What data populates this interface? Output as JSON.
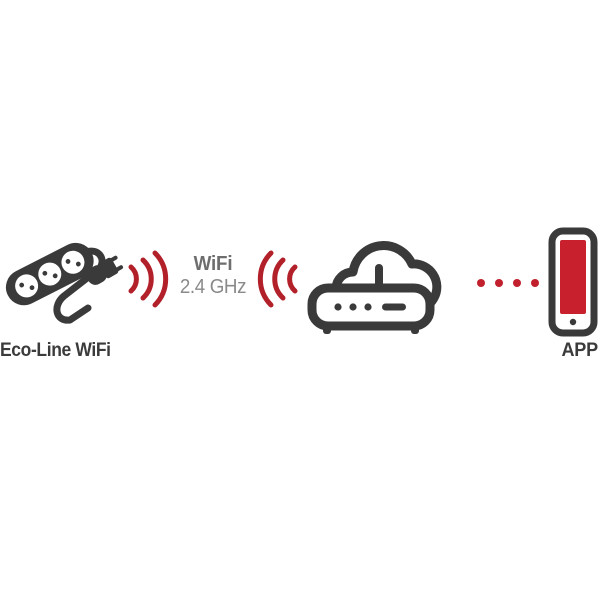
{
  "diagram": {
    "title": "Eco-Line WiFi connectivity diagram",
    "background_color": "#ffffff",
    "colors": {
      "dark_gray": "#3a3a3a",
      "text_gray": "#3b3b3b",
      "wifi_label_gray": "#6e6e6e",
      "wifi_freq_gray": "#8a8a8a",
      "red_wave": "#b2202a",
      "red_screen": "#c8202c",
      "red_dot": "#c1202c",
      "white": "#ffffff"
    }
  },
  "nodes": {
    "power_strip": {
      "icon": "power-strip-icon",
      "caption": "Eco-Line WiFi",
      "socket_count": 3,
      "pin_holes_per_socket": 2
    },
    "wifi_link": {
      "label": "WiFi",
      "frequency": "2.4 GHz",
      "left_waves": {
        "icon": "wifi-waves-left-icon",
        "arc_count": 3,
        "direction": "right"
      },
      "right_waves": {
        "icon": "wifi-waves-right-icon",
        "arc_count": 3,
        "direction": "left"
      }
    },
    "router": {
      "icon": "router-cloud-icon",
      "indicator_dots": 3,
      "indicator_dashes": 1,
      "antenna_count": 1,
      "feet_count": 2,
      "cloud": true
    },
    "connection": {
      "icon": "dotted-connection-icon",
      "dot_count": 4,
      "style": "dotted"
    },
    "phone": {
      "icon": "smartphone-icon",
      "caption": "APP",
      "screen_color": "#c8202c",
      "home_button": true
    }
  }
}
